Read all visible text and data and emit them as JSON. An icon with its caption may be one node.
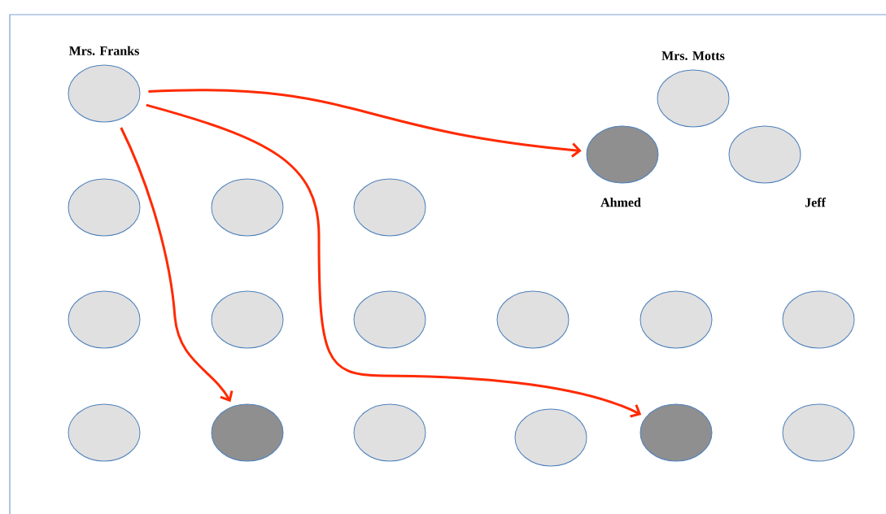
{
  "diagram": {
    "nodes": [
      {
        "text": [
          "Mrs. Franks"
        ]
      },
      {
        "text": [
          "Mrs. Motts"
        ]
      },
      {
        "text": [
          "Ahmed"
        ]
      },
      {
        "text": [
          "Jeff"
        ]
      },
      {
        "text": [],
        "shape": "ellipse"
      },
      {
        "text": [],
        "shape": "ellipse"
      },
      {
        "text": [],
        "shape": "ellipse"
      },
      {
        "text": [],
        "shape": "ellipse"
      },
      {
        "text": [],
        "shape": "ellipse"
      },
      {
        "text": [],
        "shape": "ellipse"
      },
      {
        "text": [],
        "shape": "ellipse"
      },
      {
        "text": [],
        "shape": "ellipse"
      },
      {
        "text": [],
        "shape": "ellipse"
      },
      {
        "text": [],
        "shape": "ellipse"
      },
      {
        "text": [],
        "shape": "ellipse"
      },
      {
        "text": [],
        "shape": "ellipse"
      },
      {
        "text": [],
        "shape": "ellipse"
      },
      {
        "text": [],
        "shape": "ellipse"
      },
      {
        "text": [],
        "shape": "ellipse"
      }
    ],
    "edges": [
      {
        "from": 0,
        "to": 2,
        "arrow": "to"
      },
      {
        "from": 0,
        "to": 17,
        "arrow": "to"
      },
      {
        "from": 0,
        "to": 14,
        "arrow": "to"
      }
    ]
  }
}
